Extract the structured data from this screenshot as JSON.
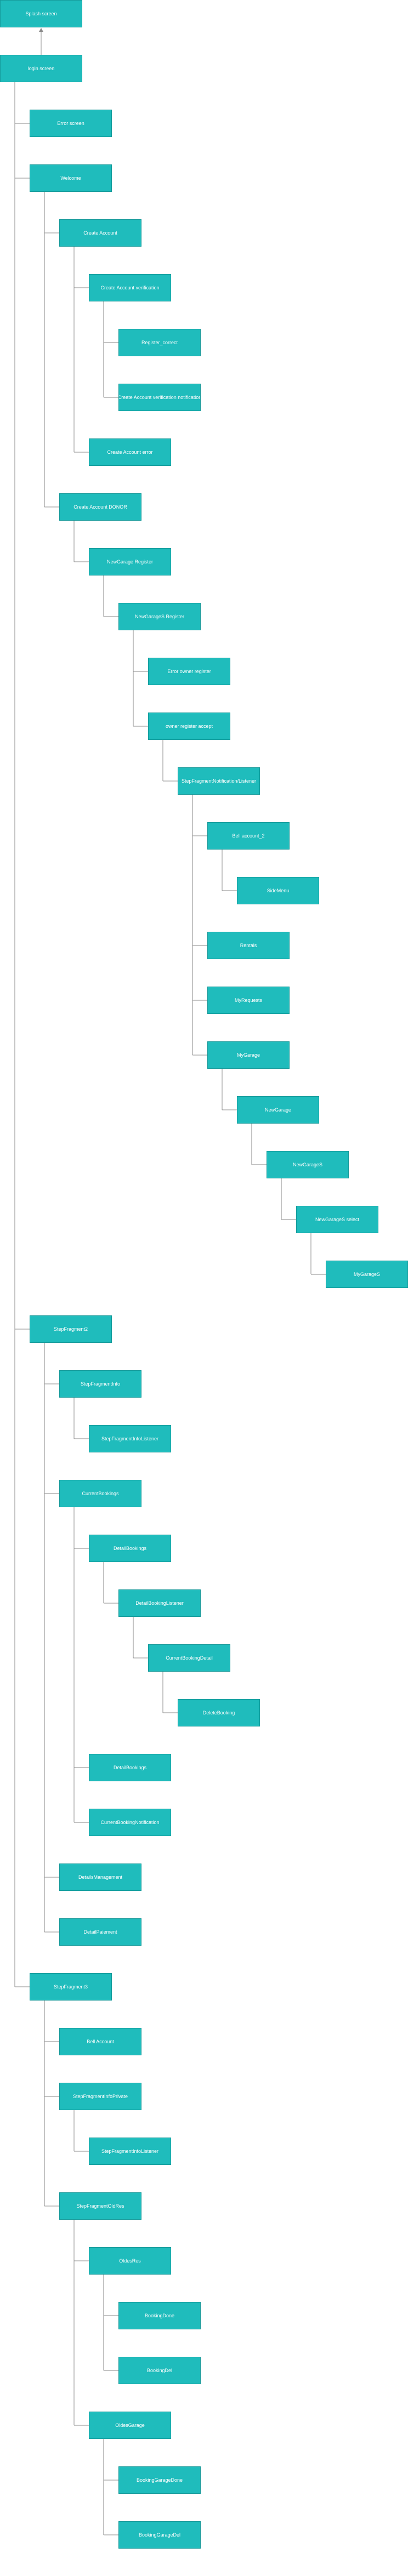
{
  "colors": {
    "node_fill": "#1fbcbc",
    "node_border": "#159a9a",
    "connector": "#8a8a8a",
    "node_text": "#ffffff"
  },
  "root": {
    "label": "Splash screen"
  },
  "tree": [
    {
      "label": "login screen",
      "children": [
        {
          "label": "Error screen",
          "children": []
        },
        {
          "label": "Welcome",
          "children": [
            {
              "label": "Create Account",
              "children": [
                {
                  "label": "Create Account verification",
                  "children": [
                    {
                      "label": "Register_correct",
                      "children": []
                    },
                    {
                      "label": "Create Account verification notification",
                      "children": []
                    }
                  ]
                },
                {
                  "label": "Create Account error",
                  "children": []
                }
              ]
            },
            {
              "label": "Create Account DONOR",
              "children": [
                {
                  "label": "NewGarage Register",
                  "children": [
                    {
                      "label": "NewGarageS Register",
                      "children": [
                        {
                          "label": "Error owner register",
                          "children": []
                        },
                        {
                          "label": "owner register accept",
                          "children": [
                            {
                              "label": "StepFragmentNotification/Listener",
                              "children": [
                                {
                                  "label": "Bell account_2",
                                  "children": [
                                    {
                                      "label": "SideMenu",
                                      "children": []
                                    }
                                  ]
                                },
                                {
                                  "label": "Rentals",
                                  "children": []
                                },
                                {
                                  "label": "MyRequests",
                                  "children": []
                                },
                                {
                                  "label": "MyGarage",
                                  "children": [
                                    {
                                      "label": "NewGarage",
                                      "children": [
                                        {
                                          "label": "NewGarageS",
                                          "children": [
                                            {
                                              "label": "NewGarageS select",
                                              "children": [
                                                {
                                                  "label": "MyGarageS",
                                                  "children": []
                                                }
                                              ]
                                            }
                                          ]
                                        }
                                      ]
                                    }
                                  ]
                                }
                              ]
                            }
                          ]
                        }
                      ]
                    }
                  ]
                }
              ]
            }
          ]
        },
        {
          "label": "StepFragment2",
          "children": [
            {
              "label": "StepFragmentInfo",
              "children": [
                {
                  "label": "StepFragmentInfoListener",
                  "children": []
                }
              ]
            },
            {
              "label": "CurrentBookings",
              "children": [
                {
                  "label": "DetailBookings",
                  "children": [
                    {
                      "label": "DetailBookingListener",
                      "children": [
                        {
                          "label": "CurrentBookingDetail",
                          "children": [
                            {
                              "label": "DeleteBooking",
                              "children": []
                            }
                          ]
                        }
                      ]
                    }
                  ]
                },
                {
                  "label": "DetailBookings",
                  "children": []
                },
                {
                  "label": "CurrentBookingNotification",
                  "children": []
                }
              ]
            },
            {
              "label": "DetailsManagement",
              "children": []
            },
            {
              "label": "DetailPaiement",
              "children": []
            }
          ]
        },
        {
          "label": "StepFragment3",
          "children": [
            {
              "label": "Bell Account",
              "children": []
            },
            {
              "label": "StepFragmentInfoPrivate",
              "children": [
                {
                  "label": "StepFragmentInfoListener",
                  "children": []
                }
              ]
            },
            {
              "label": "StepFragmentOldRes",
              "children": [
                {
                  "label": "OldesRes",
                  "children": [
                    {
                      "label": "BookingDone",
                      "children": []
                    },
                    {
                      "label": "BookingDel",
                      "children": []
                    }
                  ]
                },
                {
                  "label": "OldesGarage",
                  "children": [
                    {
                      "label": "BookingGarageDone",
                      "children": []
                    },
                    {
                      "label": "BookingGarageDel",
                      "children": []
                    }
                  ]
                }
              ]
            }
          ]
        }
      ]
    }
  ]
}
